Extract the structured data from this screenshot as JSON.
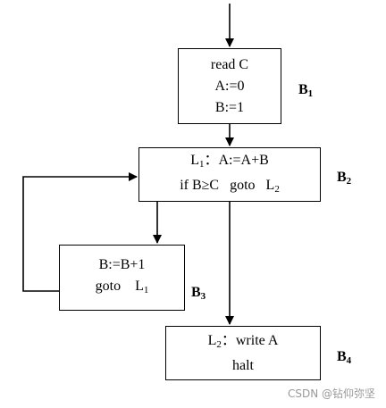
{
  "blocks": {
    "b1": {
      "label": "B",
      "label_sub": "1",
      "lines": [
        "read C",
        "A:=0",
        "B:=1"
      ]
    },
    "b2": {
      "label": "B",
      "label_sub": "2",
      "line1": {
        "prefix": "L",
        "prefix_sub": "1",
        "text": "：A:=A+B"
      },
      "line2": {
        "text": "if B≥C   goto   L",
        "sub": "2"
      }
    },
    "b3": {
      "label": "B",
      "label_sub": "3",
      "line1": "B:=B+1",
      "line2": {
        "text": "goto    L",
        "sub": "1"
      }
    },
    "b4": {
      "label": "B",
      "label_sub": "4",
      "line1": {
        "prefix": "L",
        "prefix_sub": "2",
        "text": "：write A"
      },
      "line2": "halt"
    }
  },
  "watermark": "CSDN @钻仰弥坚"
}
